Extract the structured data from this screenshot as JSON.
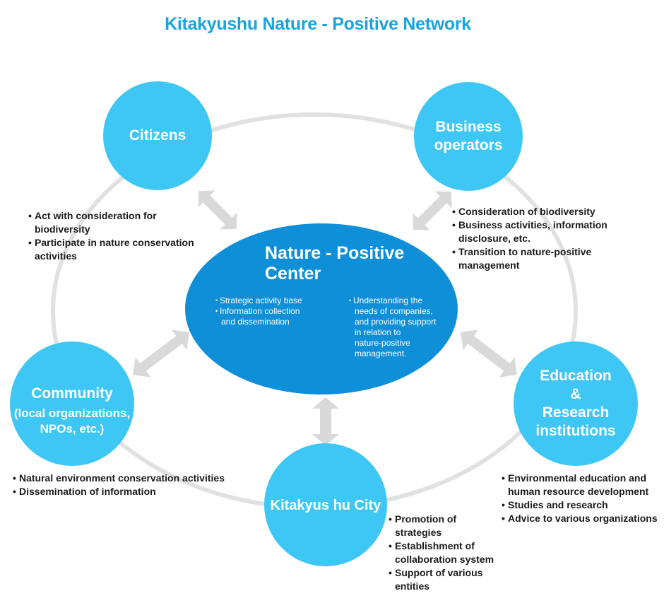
{
  "title": "Kitakyushu Nature - Positive Network",
  "colors": {
    "title": "#1aa3dc",
    "node_fill": "#3ec7f4",
    "center_fill": "#0e8fd8",
    "ring": "#e1e1e1",
    "arrow": "#d9d9d9",
    "text": "#1a1a1a"
  },
  "center": {
    "title_line1": "Nature - Positive",
    "title_line2": "Center",
    "left_items": [
      "Strategic activity base",
      "Information collection",
      "and dissemination"
    ],
    "right_items": [
      "Understanding the",
      "needs of companies,",
      "and providing support",
      "in relation to",
      "nature-positive",
      "management."
    ]
  },
  "nodes": {
    "citizens": {
      "label": "Citizens",
      "bullets": [
        "Act with consideration for",
        "biodiversity",
        "Participate in nature conservation",
        "activities"
      ]
    },
    "business": {
      "label_line1": "Business",
      "label_line2": "operators",
      "bullets": [
        "Consideration of biodiversity",
        "Business activities, information",
        "disclosure, etc.",
        "Transition to nature-positive",
        "management"
      ]
    },
    "community": {
      "label_line1": "Community",
      "label_line2": "(local organizations,",
      "label_line3": "NPOs, etc.)",
      "bullets": [
        "Natural environment conservation activities",
        "Dissemination of information"
      ]
    },
    "education": {
      "label_line1": "Education",
      "label_line2": "&",
      "label_line3": "Research",
      "label_line4": "institutions",
      "bullets": [
        "Environmental education and",
        "human resource development",
        "Studies and research",
        "Advice to various organizations"
      ]
    },
    "city": {
      "label": "Kitakyus hu City",
      "bullets": [
        "Promotion of",
        "strategies",
        "Establishment of",
        "collaboration system",
        "Support of various",
        "entities"
      ]
    }
  }
}
